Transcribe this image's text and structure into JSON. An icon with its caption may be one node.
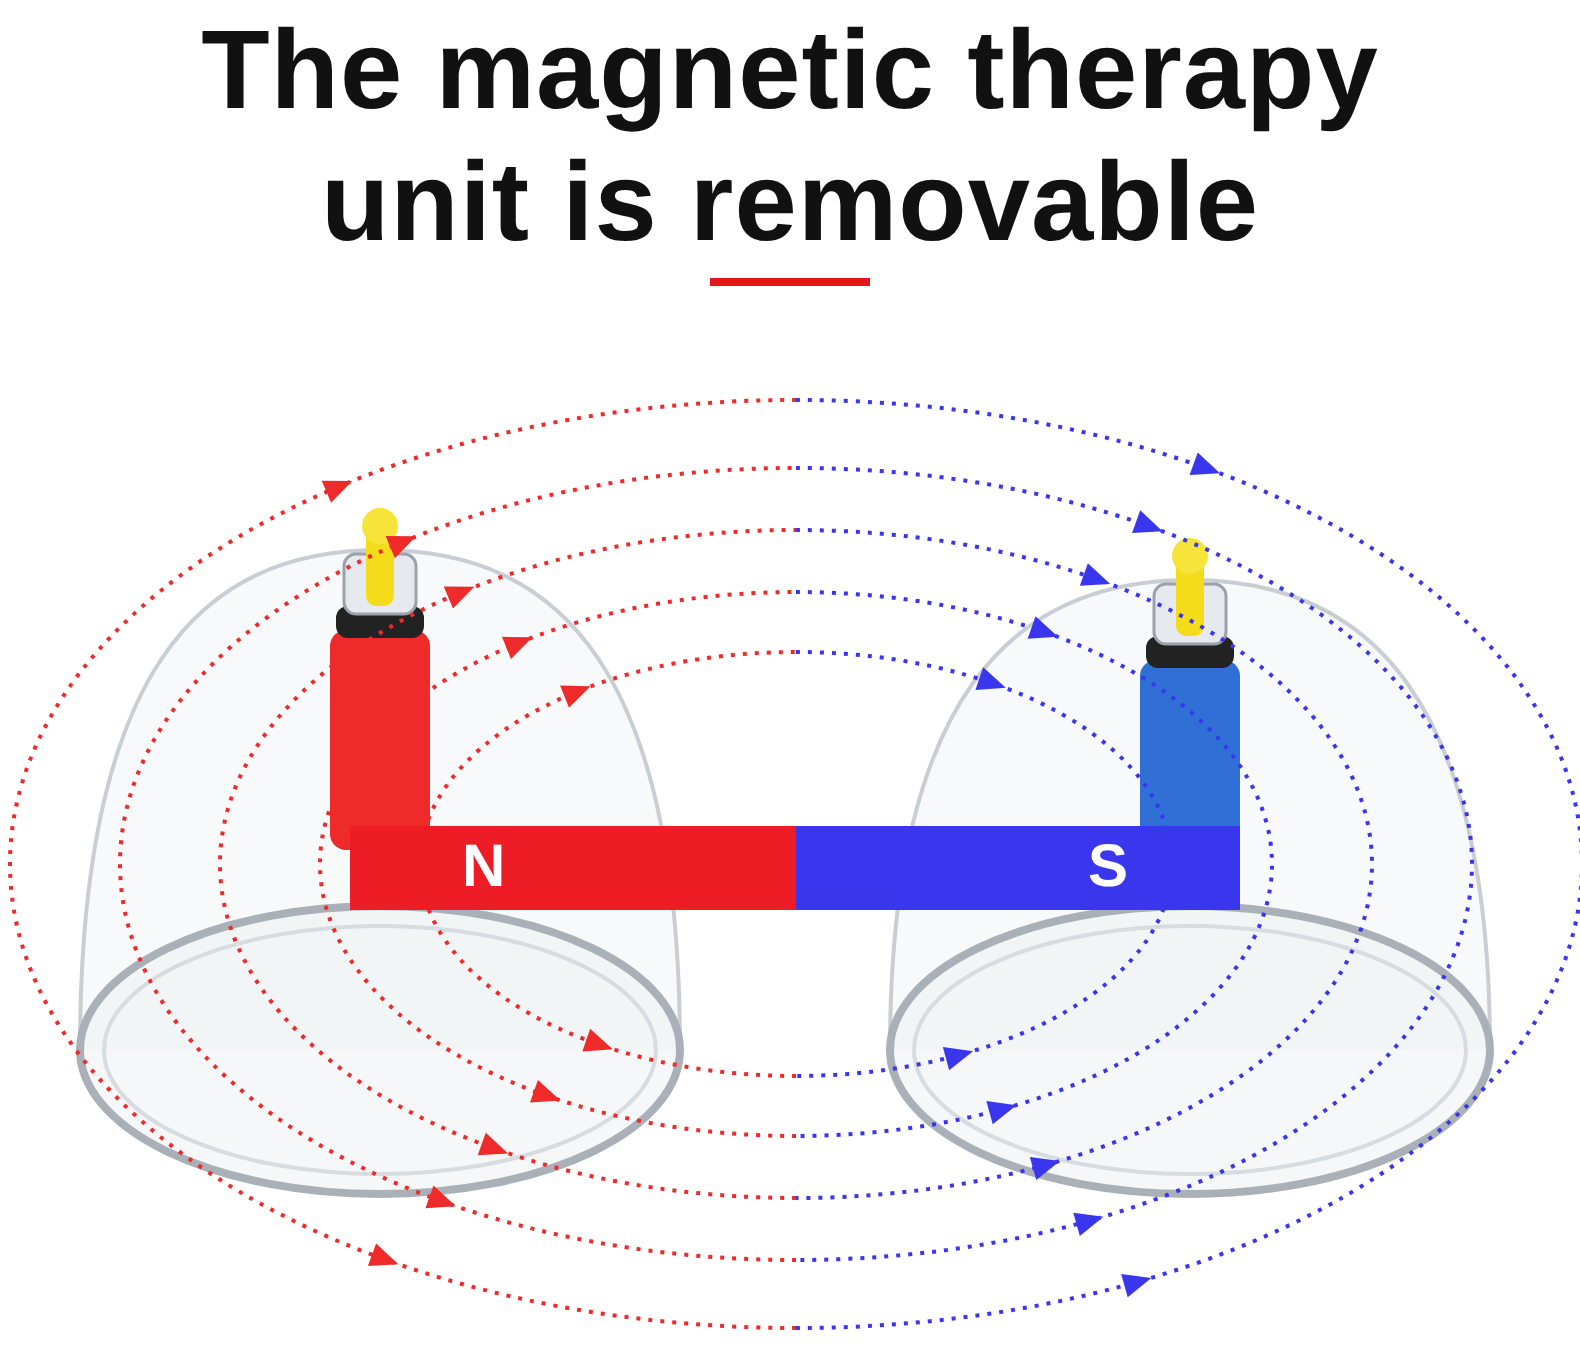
{
  "diagram": {
    "title": "The magnetic therapy unit is removable",
    "nodes": [
      {
        "text": [
          "N"
        ]
      },
      {
        "text": [
          "S"
        ]
      }
    ]
  }
}
